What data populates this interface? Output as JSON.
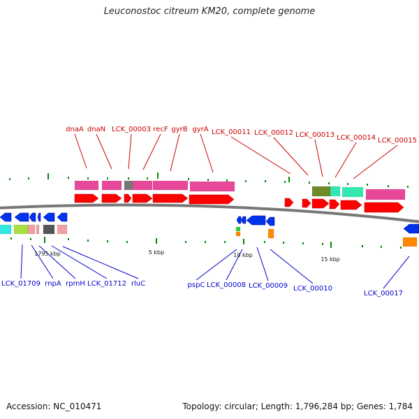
{
  "title": "Leuconostoc citreum KM20, complete genome",
  "footer": {
    "accession": "Accession: NC_010471",
    "stats": "Topology: circular; Length: 1,796,284 bp; Genes: 1,784"
  },
  "colors": {
    "forward_label": "#cc0000",
    "reverse_label": "#0000cc",
    "forward_cds": "#ff0000",
    "reverse_cds": "#0033ee",
    "backbone": "#808080",
    "tick": "#008800"
  },
  "scale_labels": [
    "1795 kbp",
    "5 kbp",
    "10 kbp",
    "15 kbp"
  ],
  "top_genes": [
    "dnaA",
    "dnaN",
    "LCK_00003",
    "recF",
    "gyrB",
    "gyrA",
    "LCK_00011",
    "LCK_00012",
    "LCK_00013",
    "LCK_00014",
    "LCK_00015"
  ],
  "bottom_genes": [
    "LCK_01709",
    "rnpA",
    "rpmH",
    "LCK_01712",
    "rluC",
    "pspC",
    "LCK_00008",
    "LCK_00009",
    "LCK_00010",
    "LCK_00017"
  ]
}
